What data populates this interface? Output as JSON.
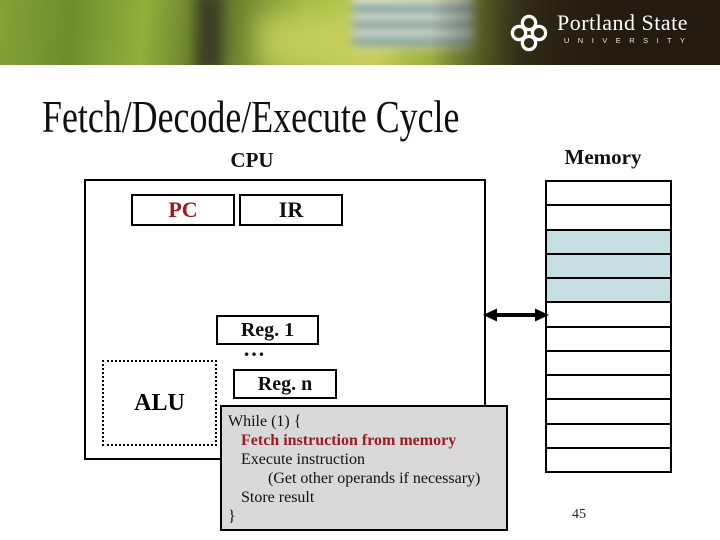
{
  "header": {
    "logo_title": "Portland State",
    "logo_subtitle": "U N I V E R S I T Y"
  },
  "slide": {
    "title": "Fetch/Decode/Execute Cycle",
    "page_number": "45"
  },
  "cpu": {
    "label": "CPU",
    "pc": "PC",
    "ir": "IR",
    "reg1": "Reg. 1",
    "dots": "…",
    "regn": "Reg. n",
    "alu": "ALU"
  },
  "memory": {
    "label": "Memory",
    "cells": [
      {
        "highlighted": false
      },
      {
        "highlighted": false
      },
      {
        "highlighted": true
      },
      {
        "highlighted": true
      },
      {
        "highlighted": true
      },
      {
        "highlighted": false
      },
      {
        "highlighted": false
      },
      {
        "highlighted": false
      },
      {
        "highlighted": false
      },
      {
        "highlighted": false
      },
      {
        "highlighted": false
      },
      {
        "highlighted": false
      }
    ]
  },
  "code": {
    "lines": [
      {
        "text": "While (1) {",
        "indent": 0,
        "emphasis": false
      },
      {
        "text": "Fetch instruction from memory",
        "indent": 1,
        "emphasis": true
      },
      {
        "text": "Execute instruction",
        "indent": 1,
        "emphasis": false
      },
      {
        "text": "(Get other operands if necessary)",
        "indent": 2,
        "emphasis": false
      },
      {
        "text": "Store result",
        "indent": 1,
        "emphasis": false
      },
      {
        "text": "}",
        "indent": 0,
        "emphasis": false
      }
    ]
  },
  "colors": {
    "accent_red": "#9a1c20",
    "memory_highlight": "#c6dfe3",
    "code_bg": "#d9d9d9"
  }
}
